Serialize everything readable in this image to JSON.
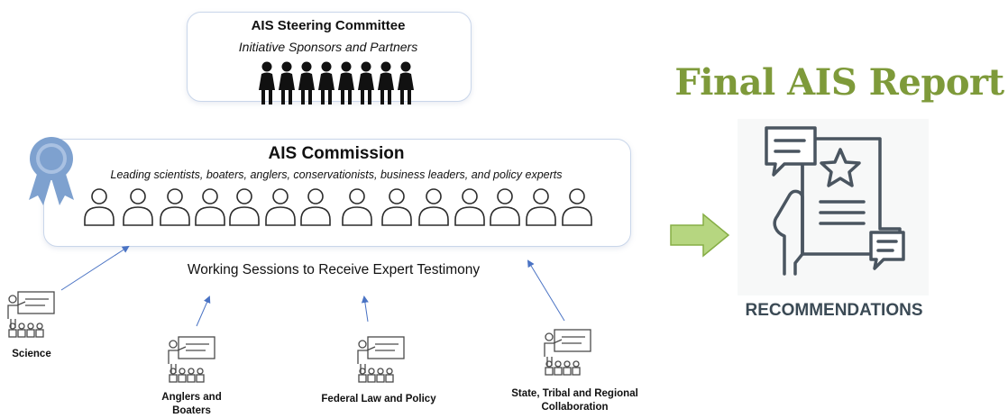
{
  "steering": {
    "title": "AIS Steering Committee",
    "subtitle": "Initiative Sponsors and Partners"
  },
  "commission": {
    "title": "AIS Commission",
    "subtitle": "Leading scientists, boaters, anglers, conservationists, business leaders, and policy experts"
  },
  "sessions_label": "Working Sessions to Receive Expert Testimony",
  "testimony": [
    {
      "label": "Science"
    },
    {
      "label": "Anglers and Boaters"
    },
    {
      "label": "Federal Law and Policy"
    },
    {
      "label": "State, Tribal and Regional Collaboration"
    }
  ],
  "report": {
    "title": "Final AIS Report",
    "caption": "RECOMMENDATIONS"
  },
  "colors": {
    "accent_green": "#7e9a3a",
    "arrow_green": "#9cc45a",
    "ribbon_blue": "#7ea1cf",
    "arrow_line_blue": "#4a73c4",
    "icon_gray": "#4a5560"
  },
  "icons": {
    "award": "award-ribbon-icon",
    "people": "person-outline-icon",
    "presenter": "presenter-audience-icon",
    "report": "report-document-icon"
  }
}
